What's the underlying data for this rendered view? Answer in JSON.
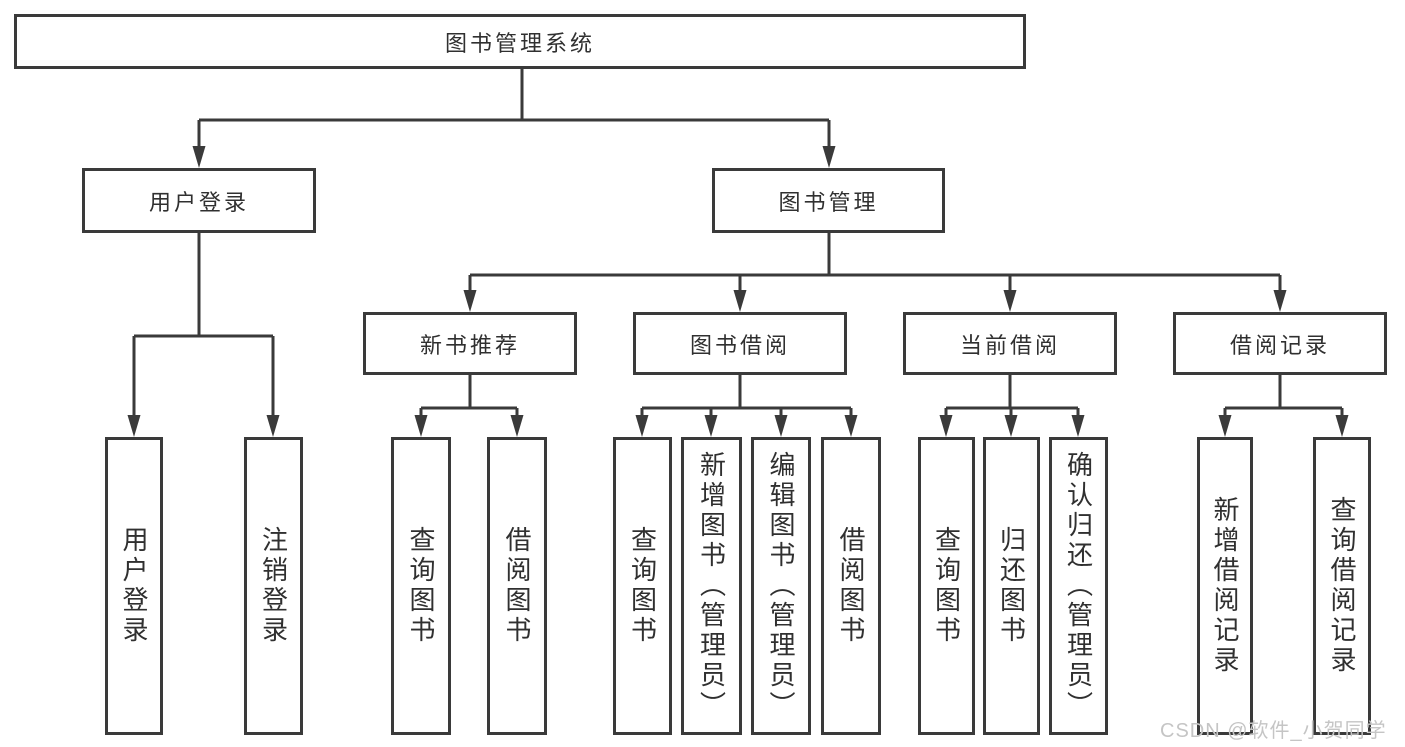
{
  "nodes": {
    "root": {
      "label": "图书管理系统"
    },
    "user_login": {
      "label": "用户登录"
    },
    "book_mgmt": {
      "label": "图书管理"
    },
    "new_book_rec": {
      "label": "新书推荐"
    },
    "book_borrow": {
      "label": "图书借阅"
    },
    "current_borrow": {
      "label": "当前借阅"
    },
    "borrow_record": {
      "label": "借阅记录"
    },
    "leaf_user_login": {
      "label": "用户登录"
    },
    "leaf_logout": {
      "label": "注销登录"
    },
    "leaf_nb_query": {
      "label": "查询图书"
    },
    "leaf_nb_borrow": {
      "label": "借阅图书"
    },
    "leaf_bb_query": {
      "label": "查询图书"
    },
    "leaf_bb_add": {
      "label": "新增图书（管理员）"
    },
    "leaf_bb_edit": {
      "label": "编辑图书（管理员）"
    },
    "leaf_bb_borrow": {
      "label": "借阅图书"
    },
    "leaf_cb_query": {
      "label": "查询图书"
    },
    "leaf_cb_return": {
      "label": "归还图书"
    },
    "leaf_cb_confirm": {
      "label": "确认归还（管理员）"
    },
    "leaf_br_add": {
      "label": "新增借阅记录"
    },
    "leaf_br_query": {
      "label": "查询借阅记录"
    }
  },
  "edges": [
    [
      "root",
      "user_login"
    ],
    [
      "root",
      "book_mgmt"
    ],
    [
      "user_login",
      "leaf_user_login"
    ],
    [
      "user_login",
      "leaf_logout"
    ],
    [
      "book_mgmt",
      "new_book_rec"
    ],
    [
      "book_mgmt",
      "book_borrow"
    ],
    [
      "book_mgmt",
      "current_borrow"
    ],
    [
      "book_mgmt",
      "borrow_record"
    ],
    [
      "new_book_rec",
      "leaf_nb_query"
    ],
    [
      "new_book_rec",
      "leaf_nb_borrow"
    ],
    [
      "book_borrow",
      "leaf_bb_query"
    ],
    [
      "book_borrow",
      "leaf_bb_add"
    ],
    [
      "book_borrow",
      "leaf_bb_edit"
    ],
    [
      "book_borrow",
      "leaf_bb_borrow"
    ],
    [
      "current_borrow",
      "leaf_cb_query"
    ],
    [
      "current_borrow",
      "leaf_cb_return"
    ],
    [
      "current_borrow",
      "leaf_cb_confirm"
    ],
    [
      "borrow_record",
      "leaf_br_add"
    ],
    [
      "borrow_record",
      "leaf_br_query"
    ]
  ],
  "watermark": {
    "text": "CSDN @软件_小贺同学"
  },
  "colors": {
    "line": "#3a3a3a",
    "box_border": "#3a3a3a",
    "text": "#303030",
    "watermark": "#c5c5c5",
    "background": "#ffffff"
  }
}
